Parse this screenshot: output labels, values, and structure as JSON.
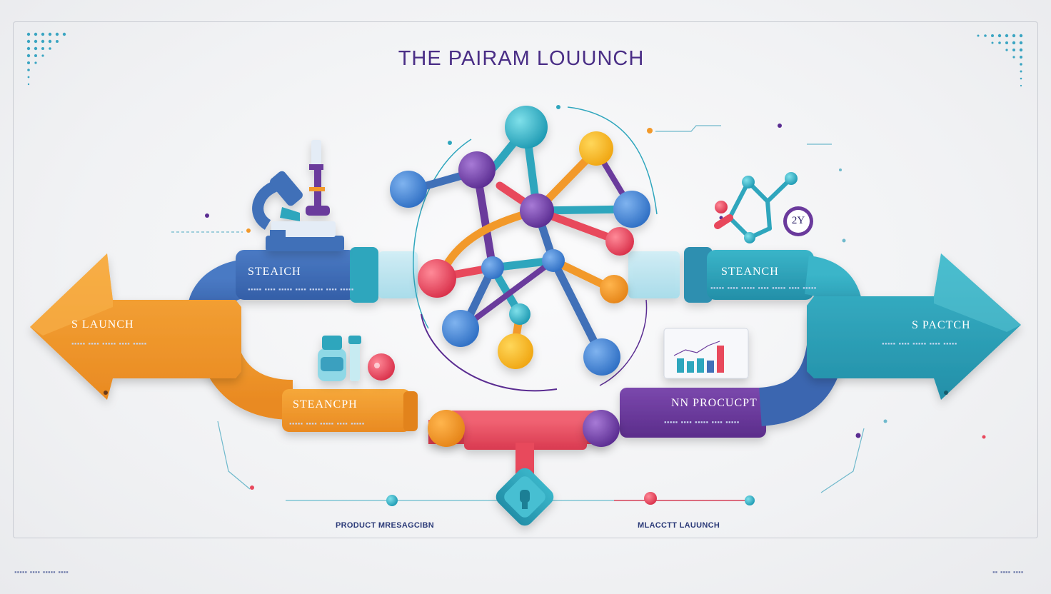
{
  "title": "THE PAIRAM LOUUNCH",
  "stages": {
    "left_arrow": "S LAUNCH",
    "top_left_bar": "STEAICH",
    "top_right_bar": "STEANCH",
    "right_arrow": "S PACTCH",
    "bottom_left_bar": "STEANCPH",
    "bottom_right_bar": "NN PROCUCPT"
  },
  "timeline": {
    "left_label": "PRODUCT MRESAGCIBN",
    "right_label": "MLACCTT LAUUNCH"
  },
  "badge_text": "2Y",
  "colors": {
    "orange": "#f2992a",
    "blue": "#3f6fb8",
    "teal": "#2fa6bd",
    "purple": "#6a3a9c",
    "red": "#e8485c",
    "title": "#4a2e86"
  }
}
